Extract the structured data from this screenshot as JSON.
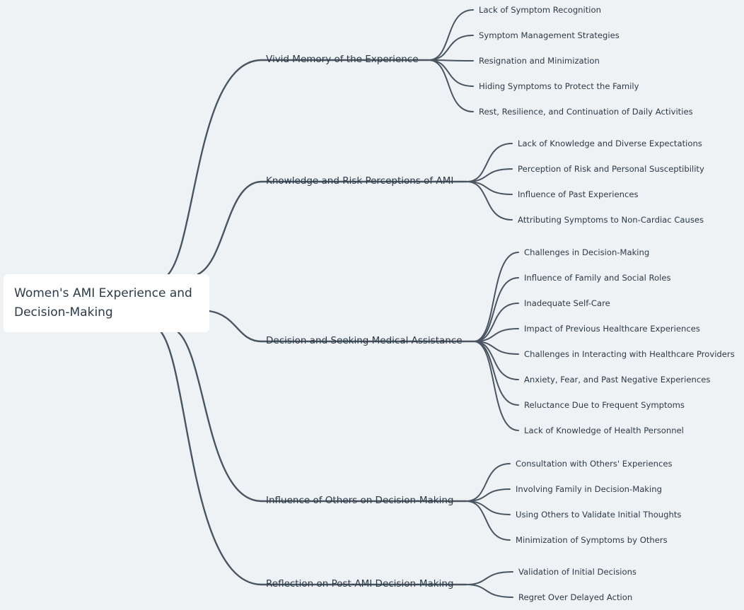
{
  "root": {
    "label_line1": "Women's AMI Experience and",
    "label_line2": "Decision-Making"
  },
  "branches": [
    {
      "label": "Vivid Memory of the Experience",
      "children": [
        "Lack of Symptom Recognition",
        "Symptom Management Strategies",
        "Resignation and Minimization",
        "Hiding Symptoms to Protect the Family",
        "Rest, Resilience, and Continuation of Daily Activities"
      ]
    },
    {
      "label": "Knowledge and Risk Perceptions of AMI",
      "children": [
        "Lack of Knowledge and Diverse Expectations",
        "Perception of Risk and Personal Susceptibility",
        "Influence of Past Experiences",
        "Attributing Symptoms to Non-Cardiac Causes"
      ]
    },
    {
      "label": "Decision and Seeking Medical Assistance",
      "children": [
        "Challenges in Decision-Making",
        "Influence of Family and Social Roles",
        "Inadequate Self-Care",
        "Impact of Previous Healthcare Experiences",
        "Challenges in Interacting with Healthcare Providers",
        "Anxiety, Fear, and Past Negative Experiences",
        "Reluctance Due to Frequent Symptoms",
        "Lack of Knowledge of Health Personnel"
      ]
    },
    {
      "label": "Influence of Others on Decision-Making",
      "children": [
        "Consultation with Others' Experiences",
        "Involving Family in Decision-Making",
        "Using Others to Validate Initial Thoughts",
        "Minimization of Symptoms by Others"
      ]
    },
    {
      "label": "Reflection on Post-AMI Decision-Making",
      "children": [
        "Validation of Initial Decisions",
        "Regret Over Delayed Action"
      ]
    }
  ],
  "colors": {
    "background": "#eff2f5",
    "node_box": "#ffffff",
    "text": "#2c3a48",
    "connector": "#4a5562"
  }
}
